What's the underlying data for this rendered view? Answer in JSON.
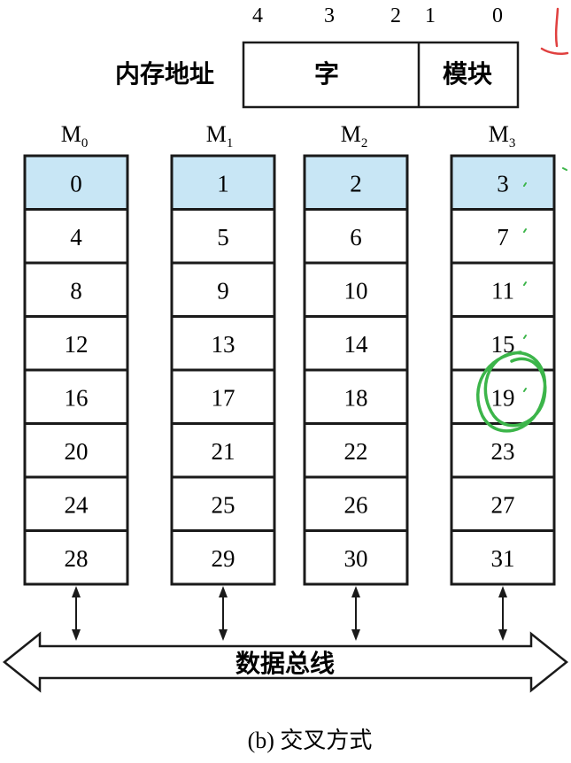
{
  "address": {
    "label": "内存地址",
    "bits": [
      "4",
      "3",
      "2",
      "1",
      "0"
    ],
    "fields": {
      "word": "字",
      "module": "模块"
    }
  },
  "modules": [
    {
      "name": "M",
      "sub": "0",
      "cells": [
        "0",
        "4",
        "8",
        "12",
        "16",
        "20",
        "24",
        "28"
      ]
    },
    {
      "name": "M",
      "sub": "1",
      "cells": [
        "1",
        "5",
        "9",
        "13",
        "17",
        "21",
        "25",
        "29"
      ]
    },
    {
      "name": "M",
      "sub": "2",
      "cells": [
        "2",
        "6",
        "10",
        "14",
        "18",
        "22",
        "26",
        "30"
      ]
    },
    {
      "name": "M",
      "sub": "3",
      "cells": [
        "3",
        "7",
        "11",
        "15",
        "19",
        "23",
        "27",
        "31"
      ]
    }
  ],
  "bus": {
    "label": "数据总线"
  },
  "caption": "(b) 交叉方式",
  "colors": {
    "highlight": "#c8e6f5",
    "line": "#1a1a1a",
    "annotation_red": "#e0403f",
    "annotation_green": "#3cb54a"
  }
}
